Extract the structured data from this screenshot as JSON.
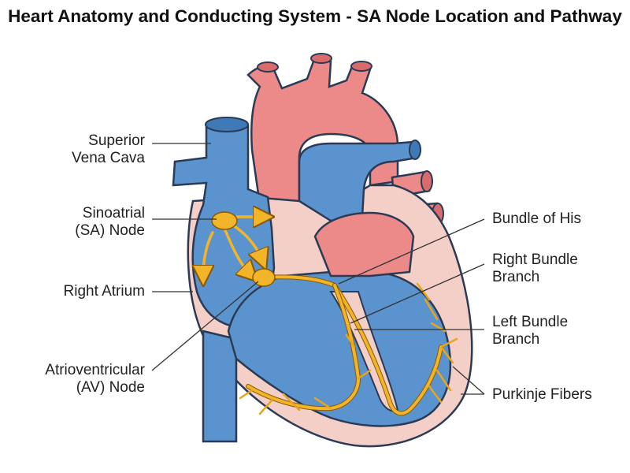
{
  "title": "Heart Anatomy and Conducting System - SA Node Location and Pathway",
  "labels": {
    "superior_vena_cava": [
      "Superior",
      "Vena Cava"
    ],
    "sa_node": [
      "Sinoatrial",
      "(SA) Node"
    ],
    "right_atrium": [
      "Right Atrium"
    ],
    "av_node": [
      "Atrioventricular",
      "(AV) Node"
    ],
    "bundle_of_his": [
      "Bundle of His"
    ],
    "right_bundle_branch": [
      "Right Bundle",
      "Branch"
    ],
    "left_bundle_branch": [
      "Left Bundle",
      "Branch"
    ],
    "purkinje_fibers": [
      "Purkinje Fibers"
    ]
  },
  "colors": {
    "vein_blue": "#5b93cf",
    "artery_red": "#ec8a8a",
    "muscle_pink": "#f3cfc8",
    "conduction_yellow": "#f2b428",
    "outline": "#2b3a55"
  }
}
